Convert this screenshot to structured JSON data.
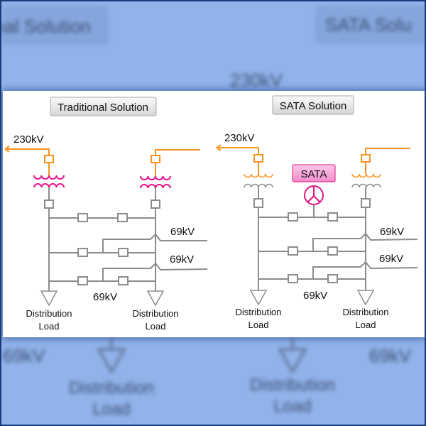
{
  "colors": {
    "background": "#91b3ea",
    "frame": "#173a7a",
    "panel": "#ffffff",
    "hv_line": "#f7931e",
    "transformer_traditional": "#e5158a",
    "transformer_sata_lv": "#8c8c8c",
    "lv_line": "#8c8c8c",
    "sata_accent": "#e0157f",
    "sata_box_fill": "#f7a9d6",
    "text": "#111111"
  },
  "panels": [
    {
      "title": "Traditional Solution",
      "hv_label": "230kV",
      "feeder_labels": [
        "69kV",
        "69kV"
      ],
      "bus_label": "69kV",
      "loads": [
        {
          "line1": "Distribution",
          "line2": "Load"
        },
        {
          "line1": "Distribution",
          "line2": "Load"
        }
      ],
      "transformer_style": "magenta"
    },
    {
      "title": "SATA Solution",
      "hv_label": "230kV",
      "sata_label": "SATA",
      "feeder_labels": [
        "69kV",
        "69kV"
      ],
      "bus_label": "69kV",
      "loads": [
        {
          "line1": "Distribution",
          "line2": "Load"
        },
        {
          "line1": "Distribution",
          "line2": "Load"
        }
      ],
      "transformer_style": "orange-gray"
    }
  ],
  "background_echo": {
    "top_left": "nal Solution",
    "top_right": "SATA Solu",
    "top_center": "230kV",
    "bottom_left": "69kV",
    "bottom_right": "69kV",
    "load_label_1": "Distribution",
    "load_label_2": "Load"
  }
}
